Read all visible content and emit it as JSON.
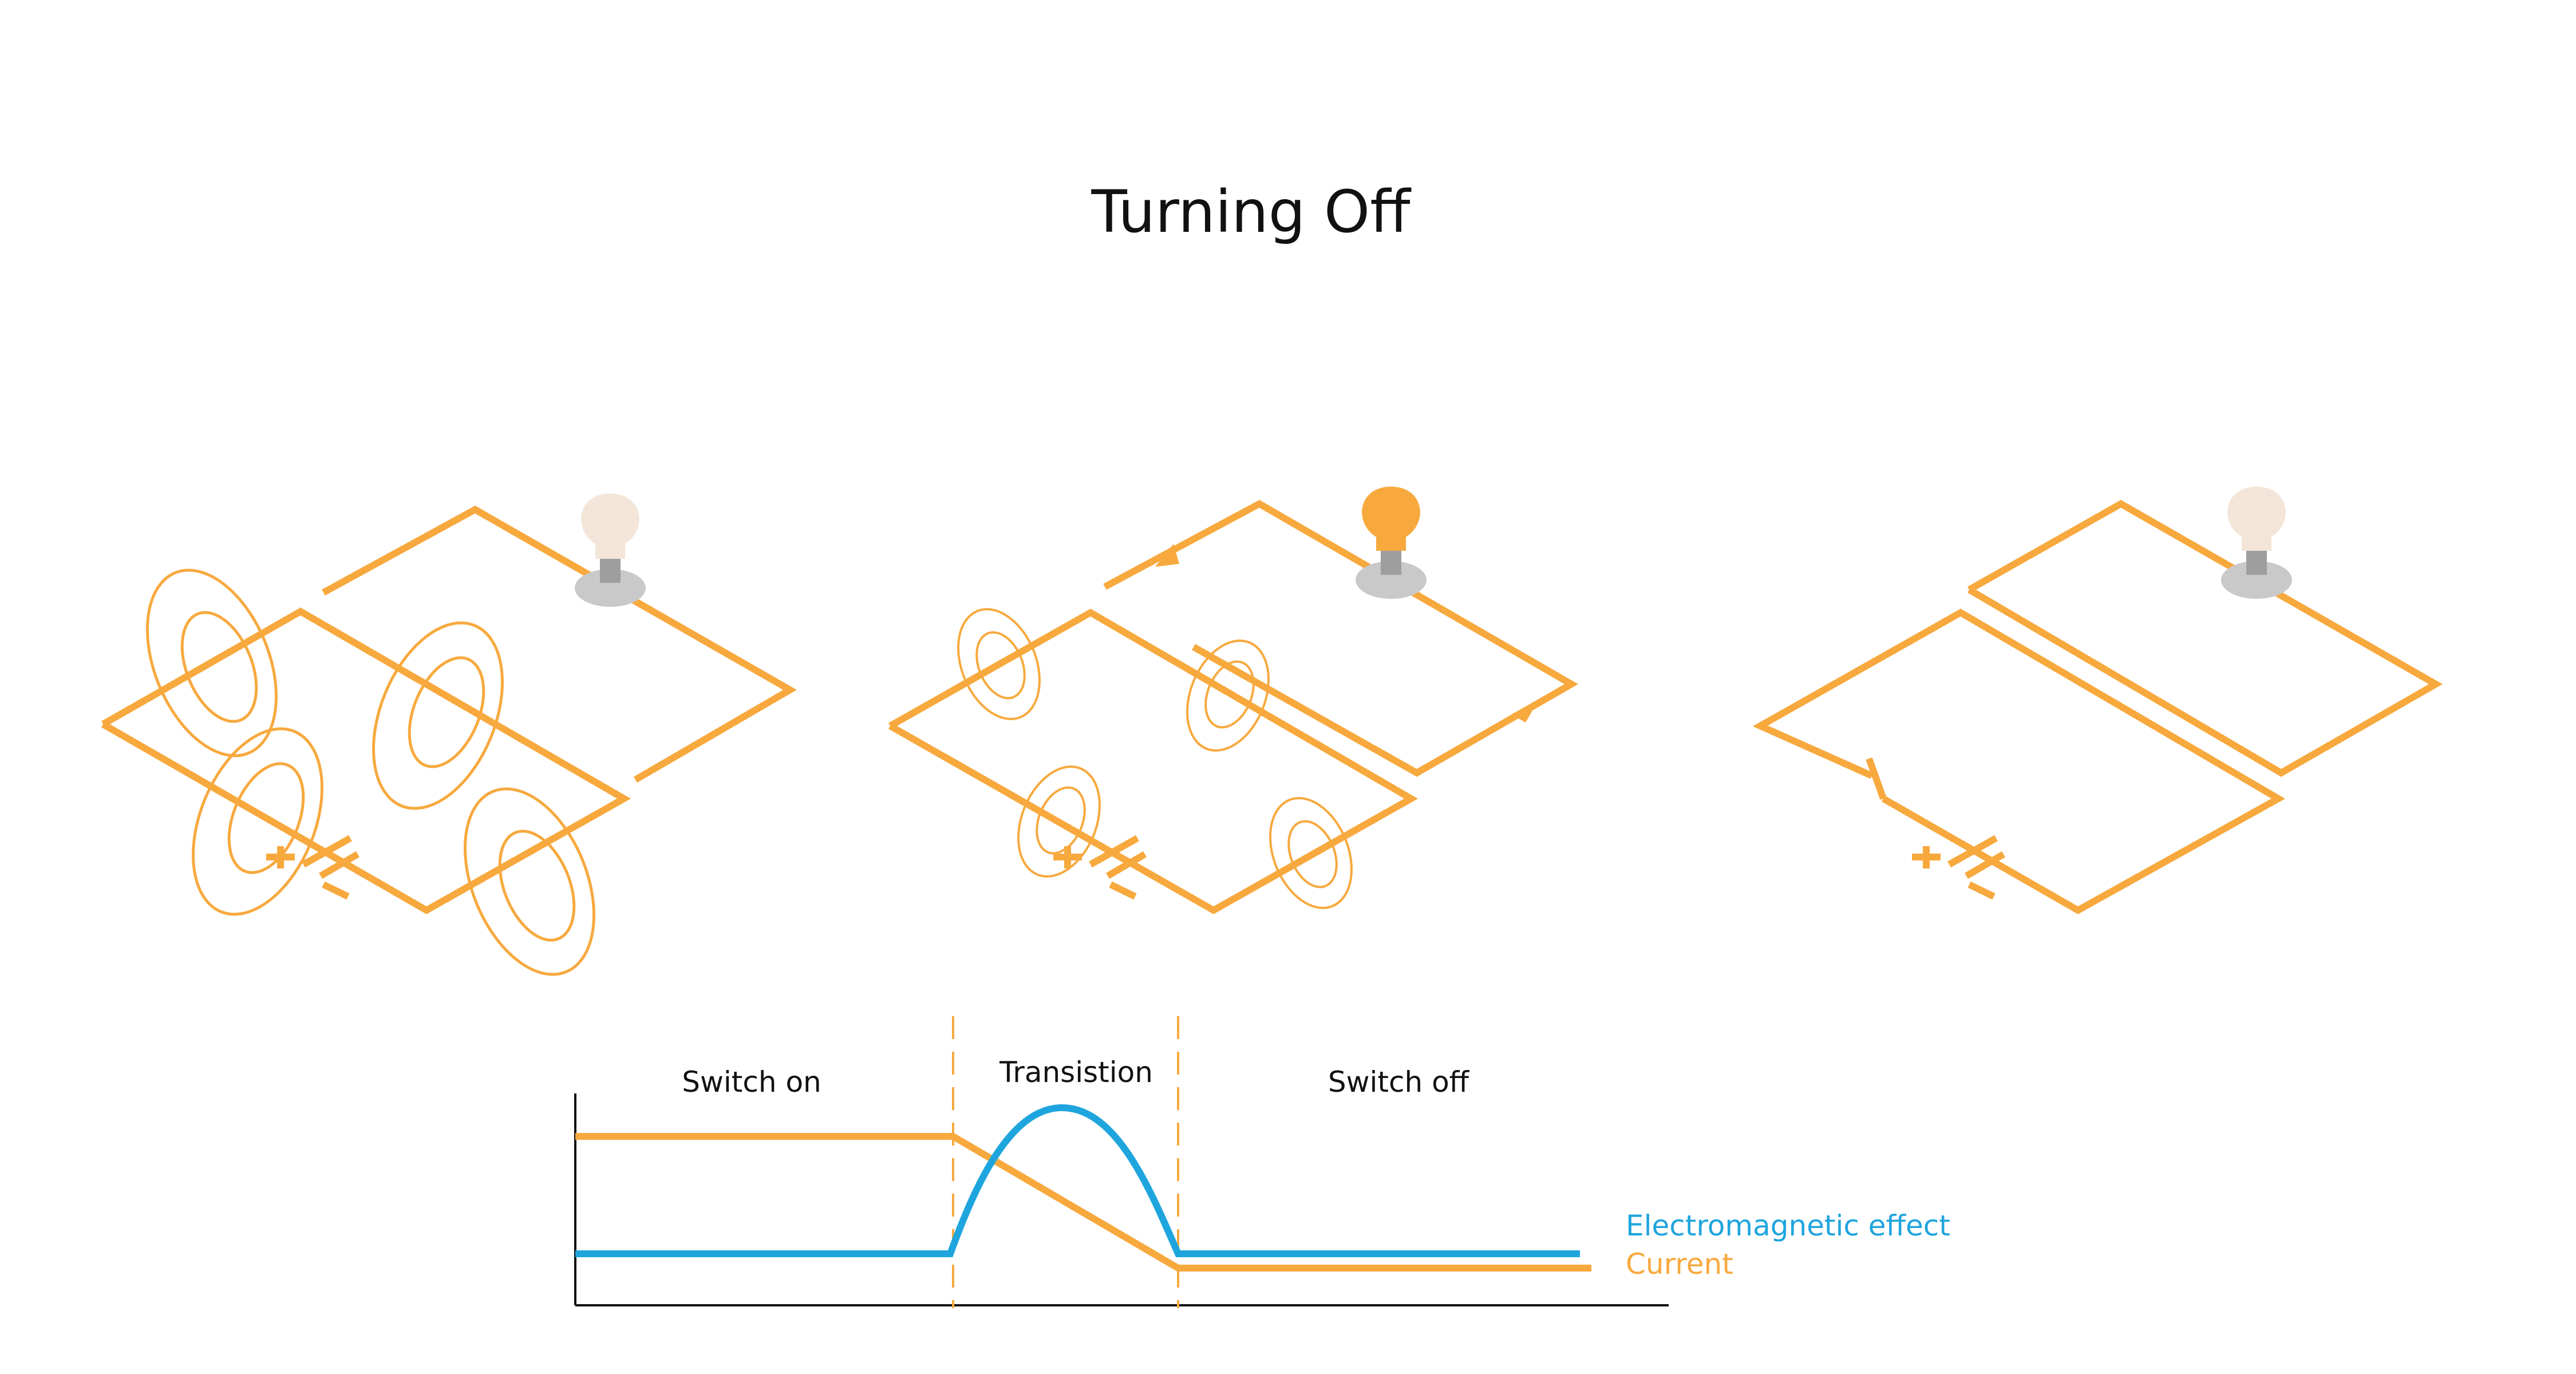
{
  "title": "Turning Off",
  "colors": {
    "wire": "#F7A93E",
    "em_effect": "#1FA5DD",
    "bulb_on": "#F7A93E",
    "bulb_off": "#F3E6D9",
    "socket": "#C9C9C9",
    "text": "#111111"
  },
  "panels": [
    {
      "state": "switch-on",
      "bulb": "on-glow-off",
      "field_loops": 4
    },
    {
      "state": "transition",
      "bulb": "lit",
      "field_loops": 4
    },
    {
      "state": "switch-off",
      "bulb": "unlit",
      "field_loops": 0
    }
  ],
  "graph": {
    "phases": [
      "Switch on",
      "Transistion",
      "Switch off"
    ],
    "legend": [
      {
        "label": "Electromagnetic effect",
        "color": "#1FA5DD"
      },
      {
        "label": "Current",
        "color": "#F7A93E"
      }
    ]
  },
  "chart_data": {
    "type": "line",
    "xlabel": "",
    "ylabel": "",
    "phases": [
      "Switch on",
      "Transistion",
      "Switch off"
    ],
    "series": [
      {
        "name": "Electromagnetic effect",
        "points": [
          [
            0,
            0.22
          ],
          [
            0.35,
            0.22
          ],
          [
            0.455,
            0.9
          ],
          [
            0.56,
            0.22
          ],
          [
            0.93,
            0.22
          ]
        ]
      },
      {
        "name": "Current",
        "points": [
          [
            0,
            0.78
          ],
          [
            0.35,
            0.78
          ],
          [
            0.56,
            0.18
          ],
          [
            0.95,
            0.18
          ]
        ]
      }
    ]
  }
}
